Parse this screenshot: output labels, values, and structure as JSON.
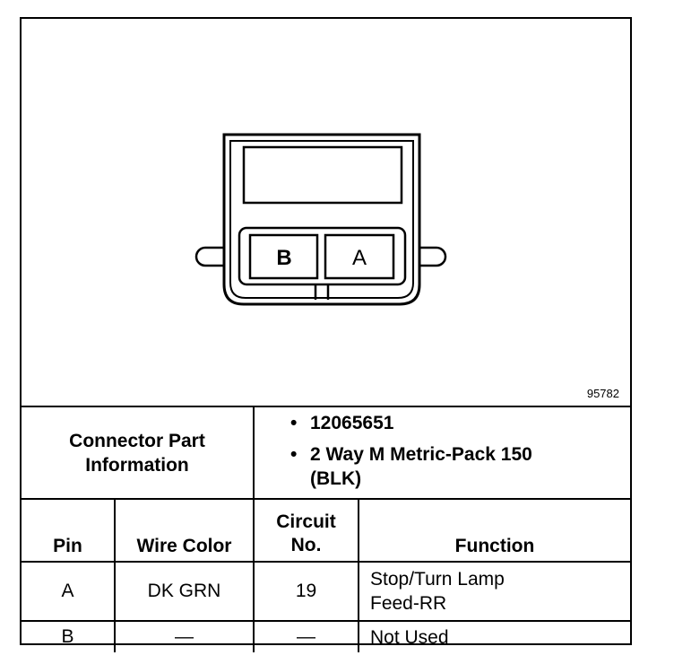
{
  "diagram": {
    "figure_number": "95782",
    "connector": {
      "cavities": [
        {
          "label": "B"
        },
        {
          "label": "A"
        }
      ]
    }
  },
  "table": {
    "part_info": {
      "label": "Connector Part Information",
      "items": [
        "12065651",
        "2 Way M Metric-Pack 150 (BLK)"
      ]
    },
    "headers": {
      "pin": "Pin",
      "wire_color": "Wire Color",
      "circuit": "Circuit No.",
      "function": "Function"
    },
    "rows": [
      {
        "pin": "A",
        "wire_color": "DK GRN",
        "circuit": "19",
        "function": "Stop/Turn Lamp Feed-RR"
      },
      {
        "pin": "B",
        "wire_color": "—",
        "circuit": "—",
        "function": "Not Used"
      }
    ]
  }
}
